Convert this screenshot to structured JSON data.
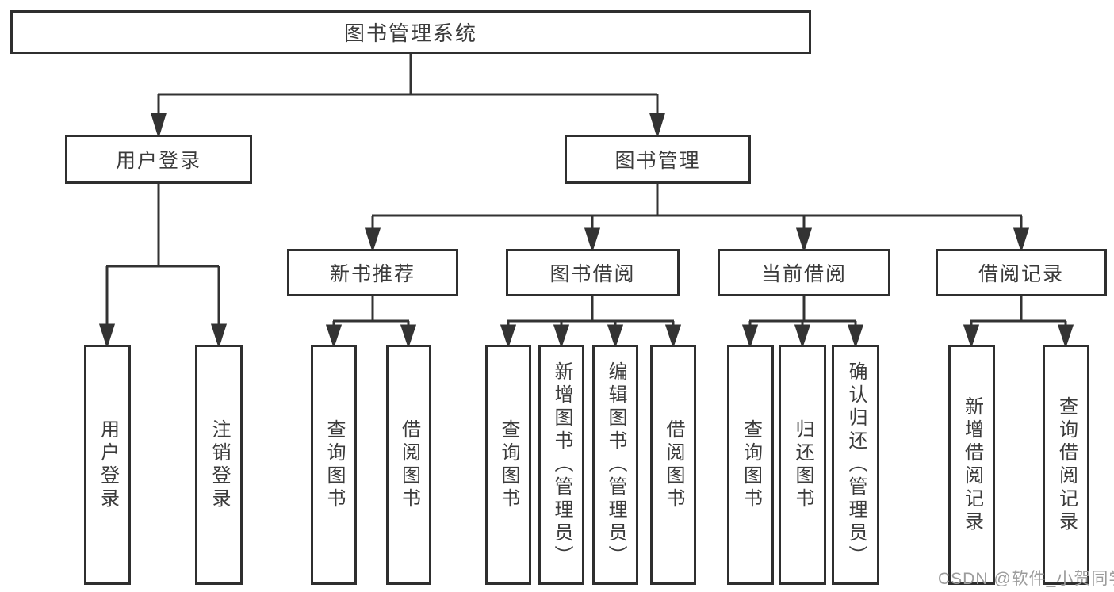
{
  "tree": {
    "label": "图书管理系统",
    "children": [
      {
        "label": "用户登录",
        "children": [
          {
            "label": "用户登录"
          },
          {
            "label": "注销登录"
          }
        ]
      },
      {
        "label": "图书管理",
        "children": [
          {
            "label": "新书推荐",
            "children": [
              {
                "label": "查询图书"
              },
              {
                "label": "借阅图书"
              }
            ]
          },
          {
            "label": "图书借阅",
            "children": [
              {
                "label": "查询图书"
              },
              {
                "label": "新增图书（管理员）"
              },
              {
                "label": "编辑图书（管理员）"
              },
              {
                "label": "借阅图书"
              }
            ]
          },
          {
            "label": "当前借阅",
            "children": [
              {
                "label": "查询图书"
              },
              {
                "label": "归还图书"
              },
              {
                "label": "确认归还（管理员）"
              }
            ]
          },
          {
            "label": "借阅记录",
            "children": [
              {
                "label": "新增借阅记录"
              },
              {
                "label": "查询借阅记录"
              }
            ]
          }
        ]
      }
    ]
  },
  "watermark": "CSDN @软件_小贺同学",
  "colors": {
    "line": "#333333",
    "box_border": "#2f2f2f",
    "text": "#3b3b3b",
    "watermark": "#9c9c9c",
    "background": "#ffffff"
  }
}
